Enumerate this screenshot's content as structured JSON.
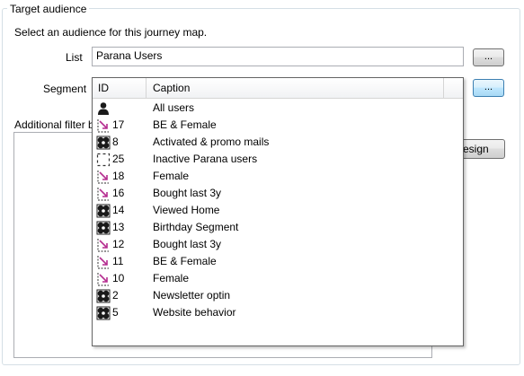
{
  "group_title": "Target audience",
  "instruction": "Select an audience for this journey map.",
  "list": {
    "label": "List",
    "value": "Parana Users",
    "browse_label": "..."
  },
  "segment": {
    "label": "Segment",
    "browse_label": "..."
  },
  "filter_label": "Additional filter bas",
  "design_button_label": "esign",
  "dropdown": {
    "headers": {
      "id": "ID",
      "caption": "Caption"
    },
    "rows": [
      {
        "id": "",
        "caption": "All users",
        "icon": "user-icon"
      },
      {
        "id": "17",
        "caption": "BE & Female",
        "icon": "filter-arrow-icon"
      },
      {
        "id": "8",
        "caption": "Activated & promo mails",
        "icon": "segment-group-icon"
      },
      {
        "id": "25",
        "caption": "Inactive Parana users",
        "icon": "dashed-box-icon"
      },
      {
        "id": "18",
        "caption": "Female",
        "icon": "filter-arrow-icon"
      },
      {
        "id": "16",
        "caption": "Bought last 3y",
        "icon": "filter-arrow-icon"
      },
      {
        "id": "14",
        "caption": "Viewed Home",
        "icon": "segment-group-icon"
      },
      {
        "id": "13",
        "caption": "Birthday Segment",
        "icon": "segment-group-icon"
      },
      {
        "id": "12",
        "caption": "Bought last 3y",
        "icon": "filter-arrow-icon"
      },
      {
        "id": "11",
        "caption": "BE & Female",
        "icon": "filter-arrow-icon"
      },
      {
        "id": "10",
        "caption": "Female",
        "icon": "filter-arrow-icon"
      },
      {
        "id": "2",
        "caption": "Newsletter optin",
        "icon": "segment-group-icon"
      },
      {
        "id": "5",
        "caption": "Website behavior",
        "icon": "segment-group-icon"
      }
    ]
  }
}
